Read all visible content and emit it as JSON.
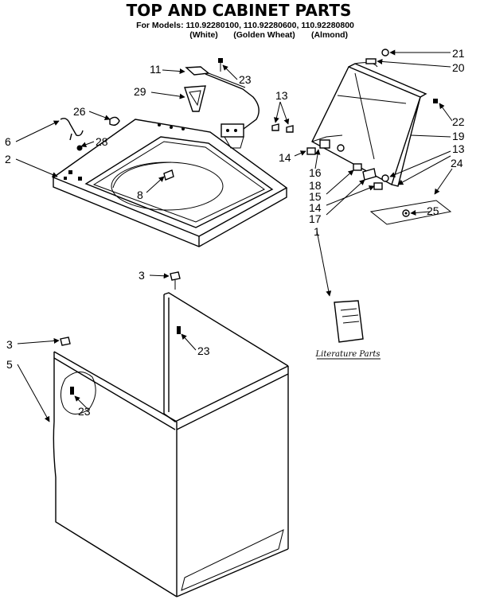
{
  "header": {
    "title": "TOP AND CABINET PARTS",
    "models_line": "For Models: 110.92280100, 110.92280600, 110.92280800",
    "colors_white": "(White)",
    "colors_golden": "(Golden Wheat)",
    "colors_almond": "(Almond)"
  },
  "callouts": {
    "c1": "1",
    "c2": "2",
    "c3a": "3",
    "c3b": "3",
    "c5": "5",
    "c6": "6",
    "c8": "8",
    "c11": "11",
    "c13a": "13",
    "c13b": "13",
    "c14a": "14",
    "c14b": "14",
    "c15": "15",
    "c16": "16",
    "c17": "17",
    "c18": "18",
    "c19": "19",
    "c20": "20",
    "c21": "21",
    "c22": "22",
    "c23a": "23",
    "c23b": "23",
    "c23c": "23",
    "c24": "24",
    "c25": "25",
    "c26": "26",
    "c28": "28",
    "c29": "29"
  },
  "literature": {
    "label": "Literature Parts"
  }
}
